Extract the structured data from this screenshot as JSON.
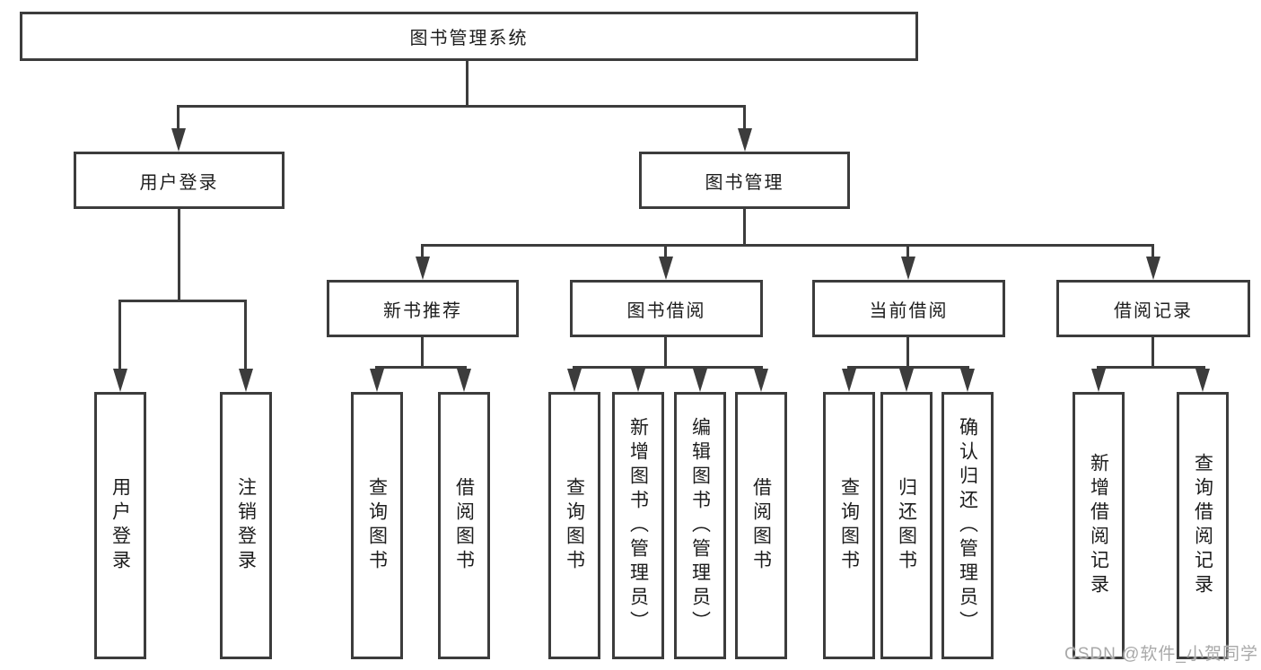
{
  "tree": {
    "root": {
      "label": "图书管理系统",
      "children": [
        {
          "label": "用户登录",
          "children": [
            {
              "label": "用户登录"
            },
            {
              "label": "注销登录"
            }
          ]
        },
        {
          "label": "图书管理",
          "children": [
            {
              "label": "新书推荐",
              "children": [
                {
                  "label": "查询图书"
                },
                {
                  "label": "借阅图书"
                }
              ]
            },
            {
              "label": "图书借阅",
              "children": [
                {
                  "label": "查询图书"
                },
                {
                  "label": "新增图书（管理员）"
                },
                {
                  "label": "编辑图书（管理员）"
                },
                {
                  "label": "借阅图书"
                }
              ]
            },
            {
              "label": "当前借阅",
              "children": [
                {
                  "label": "查询图书"
                },
                {
                  "label": "归还图书"
                },
                {
                  "label": "确认归还（管理员）"
                }
              ]
            },
            {
              "label": "借阅记录",
              "children": [
                {
                  "label": "新增借阅记录"
                },
                {
                  "label": "查询借阅记录"
                }
              ]
            }
          ]
        }
      ]
    }
  },
  "watermark": "CSDN @软件_小贺同学",
  "colors": {
    "line": "#3c3c3c",
    "text": "#1d1d1d",
    "watermark": "#a9a9a9",
    "background": "#ffffff"
  }
}
